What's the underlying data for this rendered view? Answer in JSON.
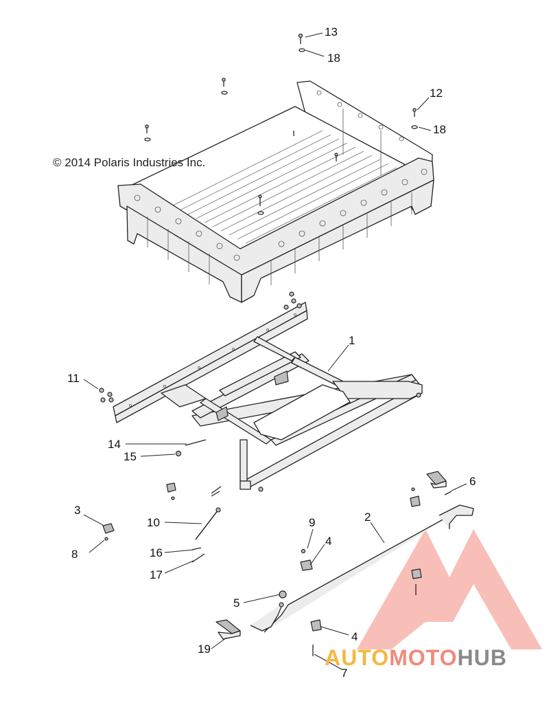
{
  "copyright": "© 2014 Polaris Industries Inc.",
  "callouts": [
    "13",
    "18",
    "12",
    "18",
    "1",
    "11",
    "14",
    "15",
    "6",
    "2",
    "3",
    "10",
    "9",
    "4",
    "8",
    "16",
    "17",
    "5",
    "4",
    "19",
    "7"
  ],
  "watermark": {
    "part1": "AUTO",
    "part2": "MOTO",
    "part3": "HUB",
    "color_auto": "#f5b841",
    "color_moto": "#f08a7a",
    "color_hub": "#8a8a8a",
    "logo_color": "#f4948a"
  }
}
